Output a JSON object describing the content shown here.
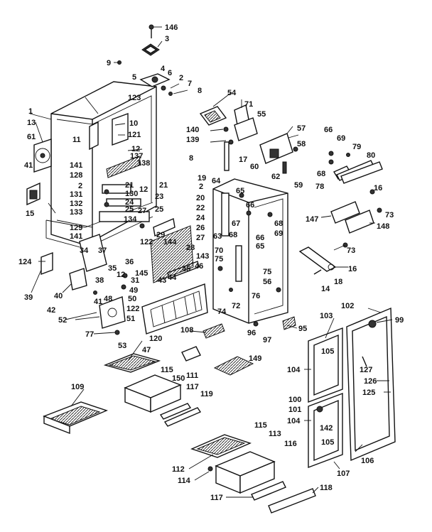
{
  "diagram": {
    "labels": [
      {
        "id": "146",
        "t": "146"
      },
      {
        "id": "3",
        "t": "3"
      },
      {
        "id": "9",
        "t": "9"
      },
      {
        "id": "4",
        "t": "4"
      },
      {
        "id": "5",
        "t": "5"
      },
      {
        "id": "6",
        "t": "6"
      },
      {
        "id": "2a",
        "t": "2"
      },
      {
        "id": "7",
        "t": "7"
      },
      {
        "id": "8a",
        "t": "8"
      },
      {
        "id": "123",
        "t": "123"
      },
      {
        "id": "1",
        "t": "1"
      },
      {
        "id": "10",
        "t": "10"
      },
      {
        "id": "13",
        "t": "13"
      },
      {
        "id": "61",
        "t": "61"
      },
      {
        "id": "11",
        "t": "11"
      },
      {
        "id": "121",
        "t": "121"
      },
      {
        "id": "12a",
        "t": "12"
      },
      {
        "id": "137",
        "t": "137"
      },
      {
        "id": "138",
        "t": "138"
      },
      {
        "id": "141a",
        "t": "141"
      },
      {
        "id": "41",
        "t": "41"
      },
      {
        "id": "128",
        "t": "128"
      },
      {
        "id": "2b",
        "t": "2"
      },
      {
        "id": "131",
        "t": "131"
      },
      {
        "id": "132",
        "t": "132"
      },
      {
        "id": "133",
        "t": "133"
      },
      {
        "id": "15",
        "t": "15"
      },
      {
        "id": "12b",
        "t": "12"
      },
      {
        "id": "21a",
        "t": "21"
      },
      {
        "id": "130",
        "t": "130"
      },
      {
        "id": "24a",
        "t": "24"
      },
      {
        "id": "25a",
        "t": "25"
      },
      {
        "id": "27a",
        "t": "27"
      },
      {
        "id": "134",
        "t": "134"
      },
      {
        "id": "129",
        "t": "129"
      },
      {
        "id": "141b",
        "t": "141"
      },
      {
        "id": "34",
        "t": "34"
      },
      {
        "id": "37",
        "t": "37"
      },
      {
        "id": "122a",
        "t": "122"
      },
      {
        "id": "124",
        "t": "124"
      },
      {
        "id": "35",
        "t": "35"
      },
      {
        "id": "36",
        "t": "36"
      },
      {
        "id": "145",
        "t": "145"
      },
      {
        "id": "31",
        "t": "31"
      },
      {
        "id": "38",
        "t": "38"
      },
      {
        "id": "12c",
        "t": "12"
      },
      {
        "id": "39",
        "t": "39"
      },
      {
        "id": "40",
        "t": "40"
      },
      {
        "id": "42",
        "t": "42"
      },
      {
        "id": "41b",
        "t": "41"
      },
      {
        "id": "48",
        "t": "48"
      },
      {
        "id": "49",
        "t": "49"
      },
      {
        "id": "50",
        "t": "50"
      },
      {
        "id": "122b",
        "t": "122"
      },
      {
        "id": "52",
        "t": "52"
      },
      {
        "id": "51",
        "t": "51"
      },
      {
        "id": "77",
        "t": "77"
      },
      {
        "id": "53",
        "t": "53"
      },
      {
        "id": "47",
        "t": "47"
      },
      {
        "id": "43",
        "t": "43"
      },
      {
        "id": "44",
        "t": "44"
      },
      {
        "id": "45",
        "t": "45"
      },
      {
        "id": "46",
        "t": "46"
      },
      {
        "id": "143",
        "t": "143"
      },
      {
        "id": "144",
        "t": "144"
      },
      {
        "id": "28",
        "t": "28"
      },
      {
        "id": "29",
        "t": "29"
      },
      {
        "id": "27b",
        "t": "27"
      },
      {
        "id": "26",
        "t": "26"
      },
      {
        "id": "24b",
        "t": "24"
      },
      {
        "id": "22",
        "t": "22"
      },
      {
        "id": "20",
        "t": "20"
      },
      {
        "id": "2c",
        "t": "2"
      },
      {
        "id": "19",
        "t": "19"
      },
      {
        "id": "8b",
        "t": "8"
      },
      {
        "id": "23",
        "t": "23"
      },
      {
        "id": "21b",
        "t": "21"
      },
      {
        "id": "25b",
        "t": "25"
      },
      {
        "id": "54",
        "t": "54"
      },
      {
        "id": "71",
        "t": "71"
      },
      {
        "id": "55",
        "t": "55"
      },
      {
        "id": "140",
        "t": "140"
      },
      {
        "id": "139",
        "t": "139"
      },
      {
        "id": "57",
        "t": "57"
      },
      {
        "id": "58",
        "t": "58"
      },
      {
        "id": "60",
        "t": "60"
      },
      {
        "id": "59",
        "t": "59"
      },
      {
        "id": "17",
        "t": "17"
      },
      {
        "id": "62",
        "t": "62"
      },
      {
        "id": "64",
        "t": "64"
      },
      {
        "id": "65",
        "t": "65"
      },
      {
        "id": "66a",
        "t": "66"
      },
      {
        "id": "67",
        "t": "67"
      },
      {
        "id": "68a",
        "t": "68"
      },
      {
        "id": "63",
        "t": "63"
      },
      {
        "id": "66b",
        "t": "66"
      },
      {
        "id": "65b",
        "t": "65"
      },
      {
        "id": "68b",
        "t": "68"
      },
      {
        "id": "69a",
        "t": "69"
      },
      {
        "id": "70",
        "t": "70"
      },
      {
        "id": "75a",
        "t": "75"
      },
      {
        "id": "75b",
        "t": "75"
      },
      {
        "id": "56",
        "t": "56"
      },
      {
        "id": "74",
        "t": "74"
      },
      {
        "id": "72",
        "t": "72"
      },
      {
        "id": "76",
        "t": "76"
      },
      {
        "id": "96",
        "t": "96"
      },
      {
        "id": "97",
        "t": "97"
      },
      {
        "id": "95",
        "t": "95"
      },
      {
        "id": "66c",
        "t": "66"
      },
      {
        "id": "69b",
        "t": "69"
      },
      {
        "id": "79",
        "t": "79"
      },
      {
        "id": "80",
        "t": "80"
      },
      {
        "id": "68c",
        "t": "68"
      },
      {
        "id": "78",
        "t": "78"
      },
      {
        "id": "16a",
        "t": "16"
      },
      {
        "id": "147",
        "t": "147"
      },
      {
        "id": "73a",
        "t": "73"
      },
      {
        "id": "148",
        "t": "148"
      },
      {
        "id": "73b",
        "t": "73"
      },
      {
        "id": "16b",
        "t": "16"
      },
      {
        "id": "14",
        "t": "14"
      },
      {
        "id": "18",
        "t": "18"
      },
      {
        "id": "108",
        "t": "108"
      },
      {
        "id": "120",
        "t": "120"
      },
      {
        "id": "115a",
        "t": "115"
      },
      {
        "id": "150",
        "t": "150"
      },
      {
        "id": "111",
        "t": "111"
      },
      {
        "id": "149",
        "t": "149"
      },
      {
        "id": "117a",
        "t": "117"
      },
      {
        "id": "119",
        "t": "119"
      },
      {
        "id": "109",
        "t": "109"
      },
      {
        "id": "103",
        "t": "103"
      },
      {
        "id": "102",
        "t": "102"
      },
      {
        "id": "99",
        "t": "99"
      },
      {
        "id": "105a",
        "t": "105"
      },
      {
        "id": "104a",
        "t": "104"
      },
      {
        "id": "127",
        "t": "127"
      },
      {
        "id": "126",
        "t": "126"
      },
      {
        "id": "125",
        "t": "125"
      },
      {
        "id": "100",
        "t": "100"
      },
      {
        "id": "101",
        "t": "101"
      },
      {
        "id": "104b",
        "t": "104"
      },
      {
        "id": "142",
        "t": "142"
      },
      {
        "id": "105b",
        "t": "105"
      },
      {
        "id": "106",
        "t": "106"
      },
      {
        "id": "107",
        "t": "107"
      },
      {
        "id": "115b",
        "t": "115"
      },
      {
        "id": "113",
        "t": "113"
      },
      {
        "id": "116",
        "t": "116"
      },
      {
        "id": "112",
        "t": "112"
      },
      {
        "id": "114",
        "t": "114"
      },
      {
        "id": "117b",
        "t": "117"
      },
      {
        "id": "118",
        "t": "118"
      }
    ]
  }
}
